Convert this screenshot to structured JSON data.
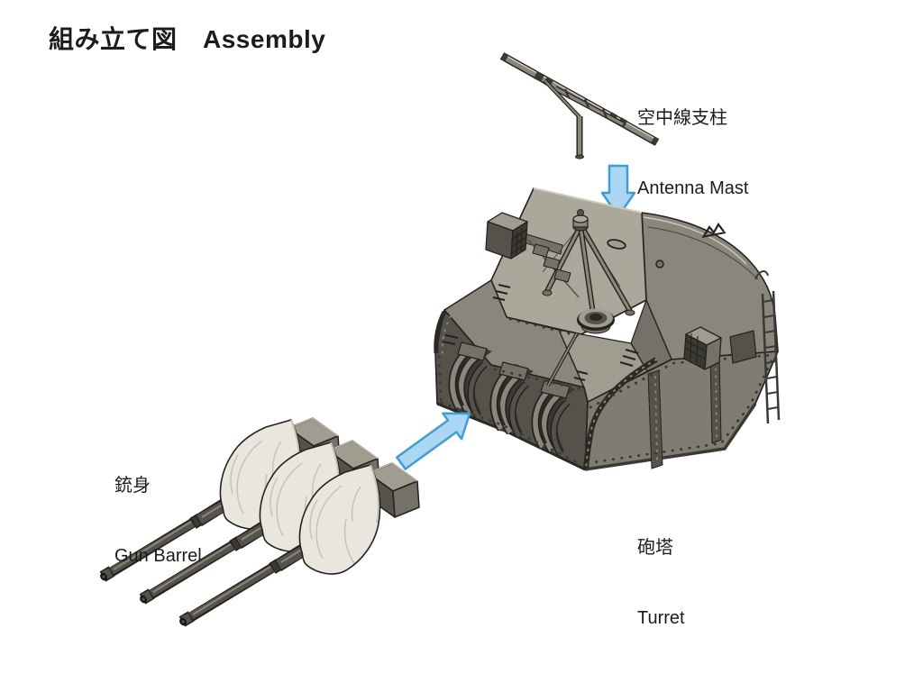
{
  "slide": {
    "title": "組み立て図　Assembly"
  },
  "callouts": {
    "antenna_mast": {
      "ja": "空中線支柱",
      "en": "Antenna Mast"
    },
    "gun_barrel": {
      "ja": "銃身",
      "en": "Gun Barrel"
    },
    "turret": {
      "ja": "砲塔",
      "en": "Turret"
    }
  },
  "diagram": {
    "type": "assembly-exploded-view",
    "parts": [
      {
        "name": "antenna-mast",
        "label_ja": "空中線支柱",
        "label_en": "Antenna Mast"
      },
      {
        "name": "gun-barrel",
        "label_ja": "銃身",
        "label_en": "Gun Barrel",
        "visible_count": 3
      },
      {
        "name": "turret",
        "label_ja": "砲塔",
        "label_en": "Turret"
      }
    ],
    "arrows": [
      {
        "name": "mast-into-turret-arrow",
        "direction": "down"
      },
      {
        "name": "barrels-into-turret-arrow",
        "direction": "up-right"
      }
    ]
  },
  "colors": {
    "background": "#ffffff",
    "text": "#1c1c1c",
    "arrow_fill": "#abd7f3",
    "arrow_stroke": "#3f9ed6",
    "outline": "#23221f",
    "metal_xlight": "#cfcabd",
    "metal_light": "#aca79b",
    "metal_midlight": "#a19c90",
    "metal_mid": "#8b867c",
    "metal": "#807c72",
    "metal_dim": "#757168",
    "metal_dark": "#55524b",
    "metal_xdark": "#3b3933",
    "metal_deep": "#2a2924",
    "bag": "#e9e6dd",
    "bag_shade": "#c7c3b7"
  }
}
